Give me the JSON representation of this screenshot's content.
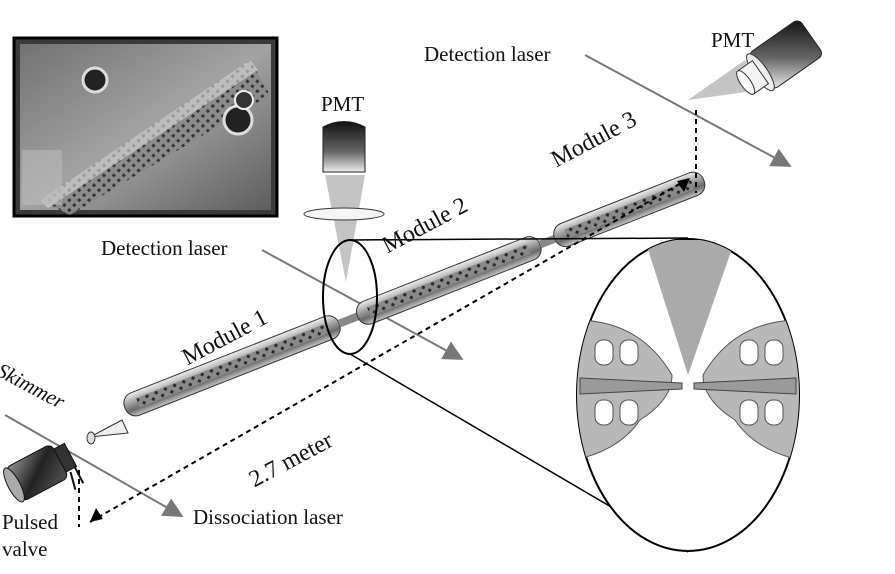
{
  "labels": {
    "detection_laser_top": "Detection laser",
    "detection_laser_mid": "Detection laser",
    "pmt_top": "PMT",
    "pmt_mid": "PMT",
    "module_1": "Module 1",
    "module_2": "Module 2",
    "module_3": "Module 3",
    "skimmer": "Skimmer",
    "length": "2.7 meter",
    "dissociation_laser": "Dissociation laser",
    "pulsed_valve_line1": "Pulsed",
    "pulsed_valve_line2": "valve"
  }
}
